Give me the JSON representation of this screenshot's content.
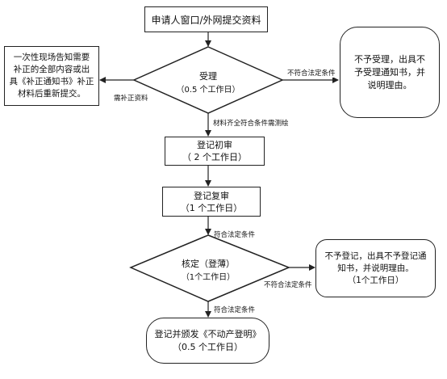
{
  "nodes": {
    "submit": "申请人窗口/外网提交资料",
    "accept_title": "受理",
    "accept_time": "（0.5 个工作日）",
    "supplement": "一次性现场告知需要\n补正的全部内容或出\n具《补正通知书》补正\n材料后重新提交。",
    "reject_accept": "不予受理，出具不\n予受理通知书，并\n说明理由。",
    "initial_title": "登记初审",
    "initial_time": "（ 2 个工作日）",
    "review_title": "登记复审",
    "review_time": "（1  个工作日）",
    "verify_title": "核定（登薄）",
    "verify_time": "（1个工作日）",
    "reject_register": "不予登记，出具不予登记通\n知书，并说明理由。\n（1个工作日）",
    "issue_title": "登记并颁发《不动产登明》",
    "issue_time": "（0.5 个工作日）"
  },
  "edge_labels": {
    "not_compliant_1": "不符合法定条件",
    "need_supplement": "需补正资料",
    "materials_complete": "材料齐全符合条件需测绘",
    "compliant_1": "符合法定条件",
    "not_compliant_2": "不符合法定条件",
    "compliant_2": "符合法定条件"
  }
}
